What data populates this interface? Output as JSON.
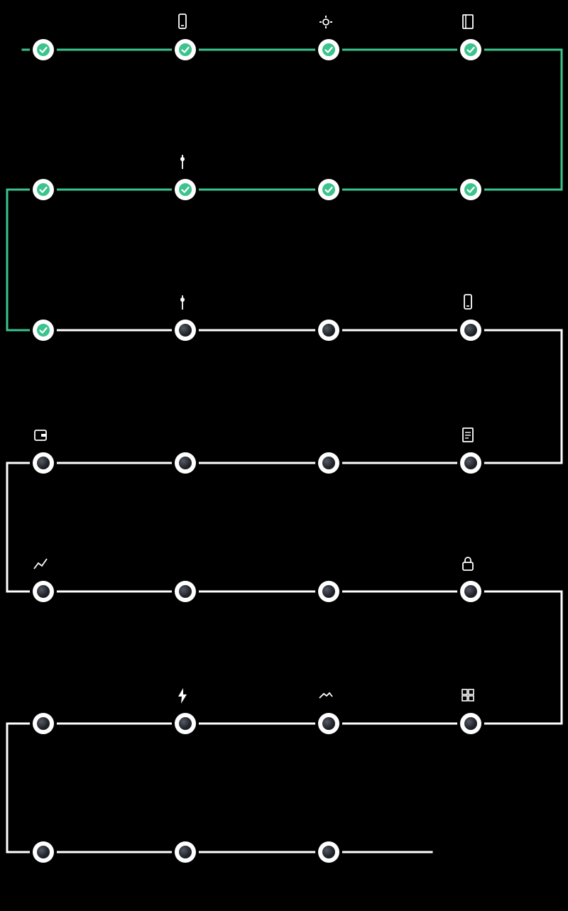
{
  "colors": {
    "background": "#000000",
    "path_completed": "#3cc38e",
    "path_pending": "#ffffff",
    "node_ring": "#ffffff",
    "node_done": "#3cc38e",
    "node_pending": "#1d2026",
    "text": "#ffffff"
  },
  "milestones": [
    {
      "date": "",
      "label": "",
      "status": "done",
      "icon": ""
    },
    {
      "date": "",
      "label": "",
      "status": "done",
      "icon": "mobile-icon"
    },
    {
      "date": "",
      "label": "",
      "status": "done",
      "icon": "gear-icon"
    },
    {
      "date": "",
      "label": "",
      "status": "done",
      "icon": "book-icon"
    },
    {
      "date": "",
      "label": "",
      "status": "done",
      "icon": ""
    },
    {
      "date": "",
      "label": "",
      "status": "done",
      "icon": "pin-icon"
    },
    {
      "date": "",
      "label": "",
      "status": "done",
      "icon": ""
    },
    {
      "date": "",
      "label": "",
      "status": "done",
      "icon": ""
    },
    {
      "date": "",
      "label": "",
      "status": "done",
      "icon": ""
    },
    {
      "date": "",
      "label": "",
      "status": "pending",
      "icon": "pin-icon"
    },
    {
      "date": "",
      "label": "",
      "status": "pending",
      "icon": ""
    },
    {
      "date": "",
      "label": "",
      "status": "pending",
      "icon": "mobile-icon"
    },
    {
      "date": "",
      "label": "",
      "status": "pending",
      "icon": "wallet-icon"
    },
    {
      "date": "",
      "label": "",
      "status": "pending",
      "icon": ""
    },
    {
      "date": "",
      "label": "",
      "status": "pending",
      "icon": ""
    },
    {
      "date": "",
      "label": "",
      "status": "pending",
      "icon": "document-icon"
    },
    {
      "date": "",
      "label": "",
      "status": "pending",
      "icon": "chart-icon"
    },
    {
      "date": "",
      "label": "",
      "status": "pending",
      "icon": ""
    },
    {
      "date": "",
      "label": "",
      "status": "pending",
      "icon": ""
    },
    {
      "date": "",
      "label": "",
      "status": "pending",
      "icon": "lock-icon"
    },
    {
      "date": "",
      "label": "",
      "status": "pending",
      "icon": ""
    },
    {
      "date": "",
      "label": "",
      "status": "pending",
      "icon": "lightning-icon"
    },
    {
      "date": "",
      "label": "",
      "status": "pending",
      "icon": "handshake-icon"
    },
    {
      "date": "",
      "label": "",
      "status": "pending",
      "icon": "grid-icon"
    },
    {
      "date": "",
      "label": "",
      "status": "pending",
      "icon": ""
    },
    {
      "date": "",
      "label": "",
      "status": "pending",
      "icon": ""
    },
    {
      "date": "",
      "label": "",
      "status": "pending",
      "icon": ""
    }
  ]
}
